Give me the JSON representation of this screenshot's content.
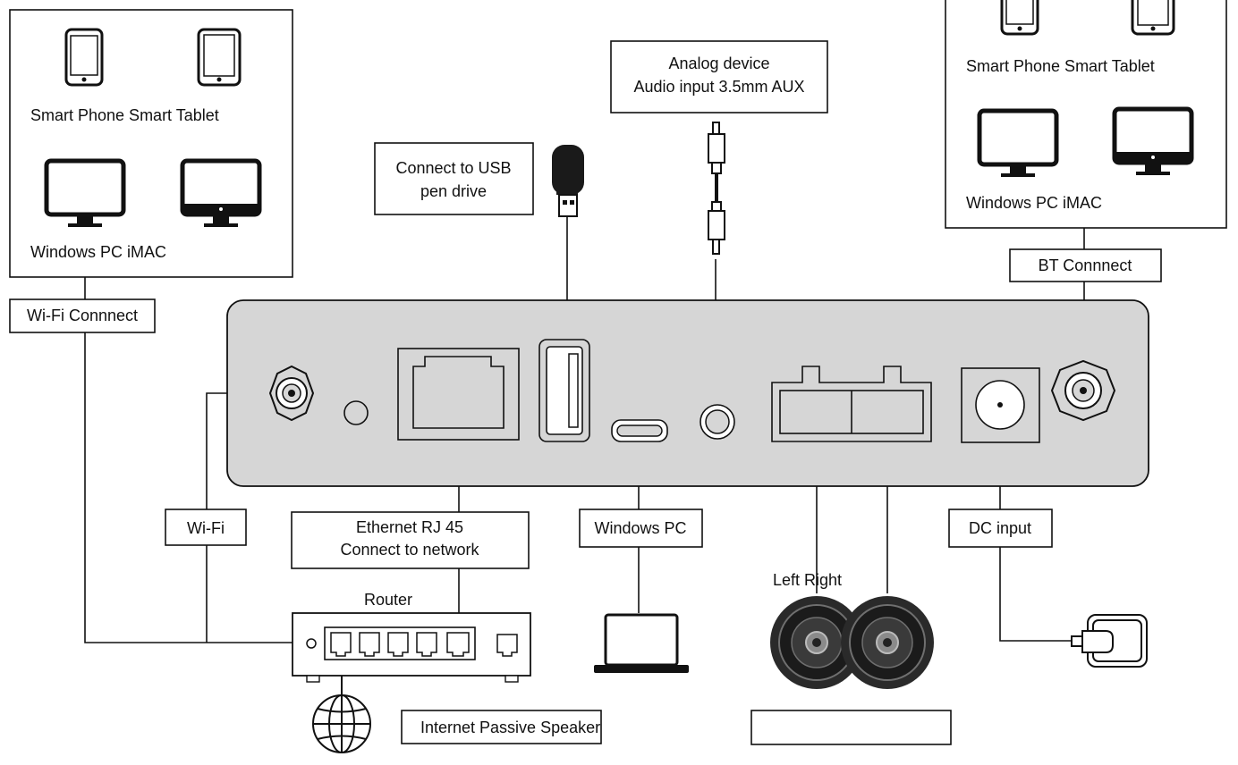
{
  "colors": {
    "line": "#111111",
    "panel_fill": "#d6d6d6",
    "device_fill": "#ffffff",
    "speaker_dark": "#2a2a2a",
    "speaker_ring": "#6f6f6f"
  },
  "left_devices": {
    "phone_tablet_label": "Smart Phone Smart Tablet",
    "pc_mac_label": "Windows PC iMAC",
    "icons": [
      "smartphone-icon",
      "tablet-icon",
      "monitor-icon",
      "monitor-dark-icon"
    ]
  },
  "right_devices": {
    "phone_tablet_label": "Smart Phone Smart Tablet",
    "pc_mac_label": "Windows PC iMAC",
    "icons": [
      "smartphone-icon",
      "tablet-icon",
      "monitor-icon",
      "monitor-dark-icon"
    ]
  },
  "labels": {
    "wifi_connect": "Wi-Fi Connnect",
    "bt_connect": "BT Connnect",
    "usb_line1": "Connect to USB",
    "usb_line2": "pen drive",
    "analog_line1": "Analog device",
    "analog_line2": "Audio input 3.5mm AUX",
    "wifi": "Wi-Fi",
    "ethernet_line1": "Ethernet RJ 45",
    "ethernet_line2": "Connect to network",
    "windows_pc": "Windows PC",
    "dc_input": "DC input",
    "router": "Router",
    "left_right": "Left Right",
    "internet_passive_speaker": "Internet Passive Speaker",
    "speaker_box": ""
  },
  "ports": [
    "wifi-antenna-port",
    "indicator-led",
    "ethernet-rj45-port",
    "usb-a-port",
    "micro-usb-port",
    "aux-3.5mm-jack",
    "speaker-terminal",
    "dc-power-jack",
    "bt-antenna-port"
  ]
}
